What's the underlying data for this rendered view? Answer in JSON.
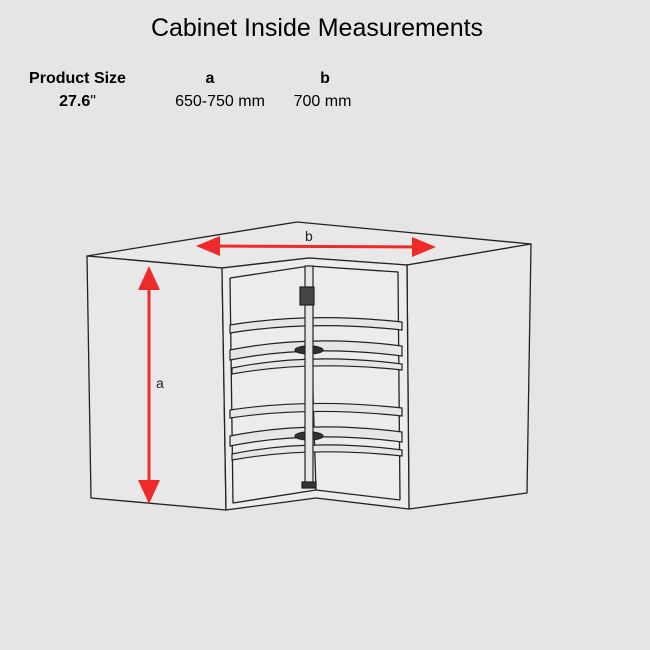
{
  "title": "Cabinet Inside Measurements",
  "table": {
    "headers": [
      "Product Size",
      "a",
      "b"
    ],
    "product_size_number": "27.6",
    "product_size_unit": "\"",
    "a_value": "650-750 mm",
    "b_value": "700 mm"
  },
  "diagram": {
    "label_a": "a",
    "label_b": "b",
    "arrow_color": "#ee2a2a",
    "line_color": "#222222"
  }
}
